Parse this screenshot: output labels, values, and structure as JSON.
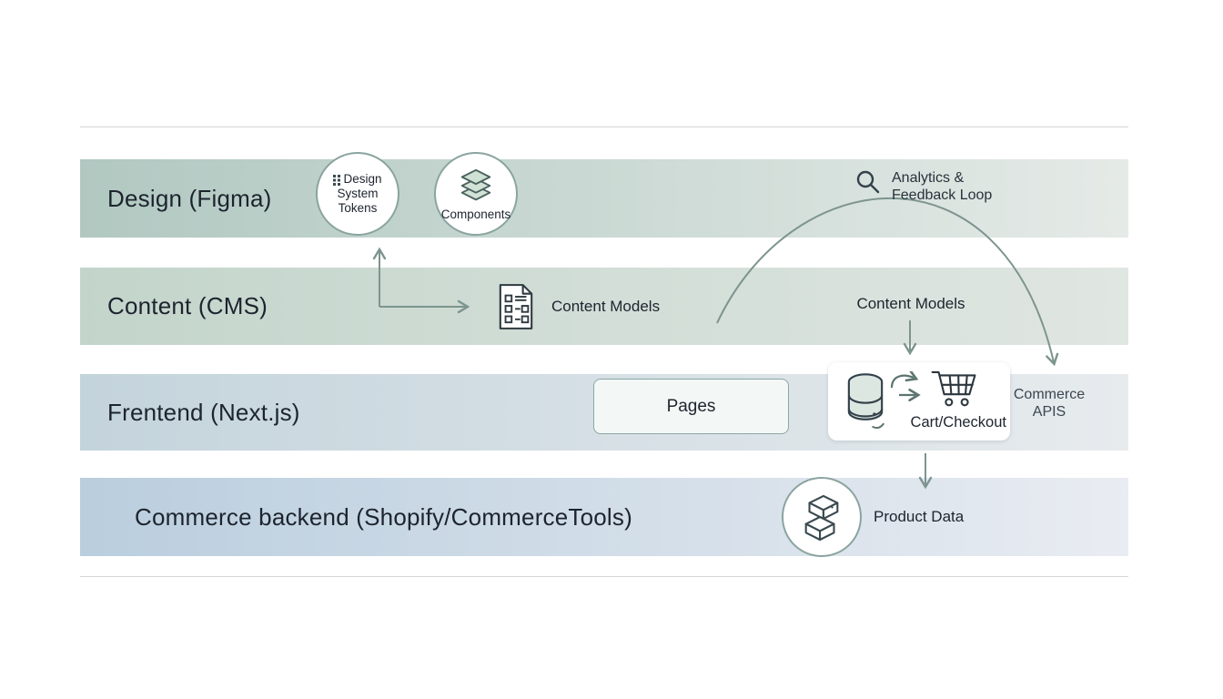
{
  "lanes": [
    {
      "label": "Design (Figma)"
    },
    {
      "label": "Content (CMS)"
    },
    {
      "label": "Frentend (Next.js)"
    },
    {
      "label": "Commerce backend (Shopify/CommerceTools)"
    }
  ],
  "nodes": {
    "design_tokens": {
      "line1": "Design",
      "line2": "System",
      "line3": "Tokens"
    },
    "components": {
      "label": "Components"
    },
    "analytics": {
      "line1": "Analytics &",
      "line2": "Feedback Loop"
    },
    "content_models_left": {
      "label": "Content Models"
    },
    "content_models_right": {
      "label": "Content Models"
    },
    "pages": {
      "label": "Pages"
    },
    "cart_checkout": {
      "label": "Cart/Checkout"
    },
    "commerce_apis": {
      "line1": "Commerce",
      "line2": "APIS"
    },
    "product_data": {
      "label": "Product Data"
    }
  },
  "colors": {
    "lane_design_start": "#b1c8c1",
    "lane_design_end": "#e5eae7",
    "lane_content_start": "#c3d5cb",
    "lane_content_end": "#e0e6e2",
    "lane_frontend_start": "#c4d4dc",
    "lane_frontend_end": "#e7ebee",
    "lane_backend_start": "#bacede",
    "lane_backend_end": "#e9ecf2",
    "arrow": "#7d948f",
    "circle_border": "#8aa49f",
    "icon_stroke": "#3a4a50",
    "layer_fill": "#d3e2d6",
    "db_fill": "#dde7e2",
    "text_dark": "#1d242e"
  }
}
